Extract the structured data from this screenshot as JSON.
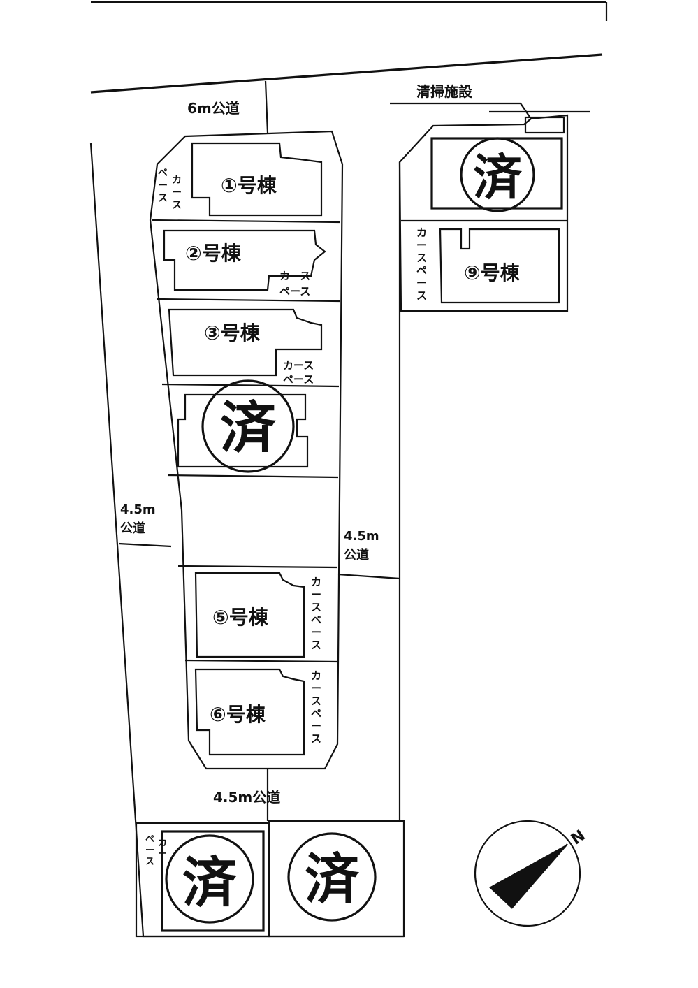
{
  "roads": {
    "north": "6m公道",
    "west": [
      "4.5m",
      "公道"
    ],
    "east": [
      "4.5m",
      "公道"
    ],
    "south": "4.5m公道"
  },
  "facility": "清掃施設",
  "car_space": "カースペース",
  "lots": {
    "lot1": "①号棟",
    "lot2": "②号棟",
    "lot3": "③号棟",
    "lot5": "⑤号棟",
    "lot6": "⑥号棟",
    "lot9": "⑨号棟"
  },
  "sold_mark": "済",
  "compass": {
    "north_label": "N"
  }
}
